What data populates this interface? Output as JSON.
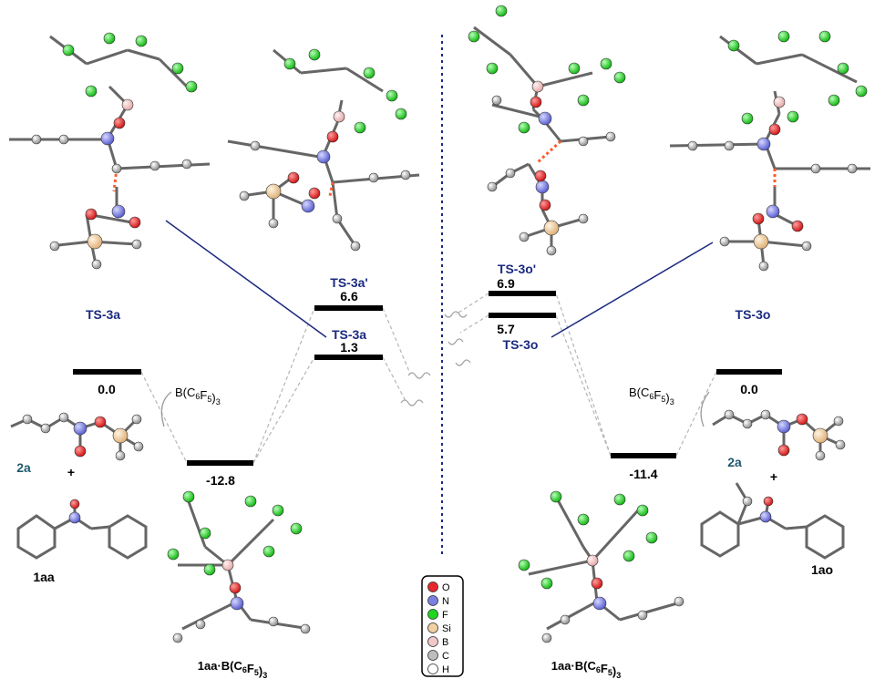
{
  "left_panel": {
    "ts_upper_label": "TS-3a'",
    "ts_upper_energy": "6.6",
    "ts_lower_label": "TS-3a",
    "ts_lower_energy": "1.3",
    "start_energy": "0.0",
    "complex_energy": "-12.8",
    "lewis_acid_label": "B(C6F5)3",
    "ts_structure_label": "TS-3a",
    "reagent_label": "2a",
    "plus_sign": "+",
    "substrate_label": "1aa",
    "complex_label": "1aa·B(C6F5)3"
  },
  "right_panel": {
    "ts_upper_label": "TS-3o'",
    "ts_upper_energy": "6.9",
    "ts_lower_label": "TS-3o",
    "ts_lower_energy": "5.7",
    "start_energy": "0.0",
    "complex_energy": "-11.4",
    "lewis_acid_label": "B(C6F5)3",
    "ts_structure_label": "TS-3o",
    "reagent_label": "2a",
    "plus_sign": "+",
    "substrate_label": "1ao",
    "complex_label": "1aa·B(C6F5)3"
  },
  "legend": {
    "items": [
      {
        "label": "O",
        "color": "#e8262b"
      },
      {
        "label": "N",
        "color": "#7b7fe0"
      },
      {
        "label": "F",
        "color": "#1fd61f"
      },
      {
        "label": "Si",
        "color": "#f2cfa0"
      },
      {
        "label": "B",
        "color": "#f0c8c8"
      },
      {
        "label": "C",
        "color": "#bdbdbd"
      },
      {
        "label": "H",
        "color": "#ffffff"
      }
    ]
  },
  "colors": {
    "energy_level": "#000000",
    "ts_label": "#1b2a80",
    "connector": "#b0b0b0",
    "divider": "#1b2a80",
    "reagent_label": "#1f5a6e",
    "callout_line": "#1b2a80"
  }
}
